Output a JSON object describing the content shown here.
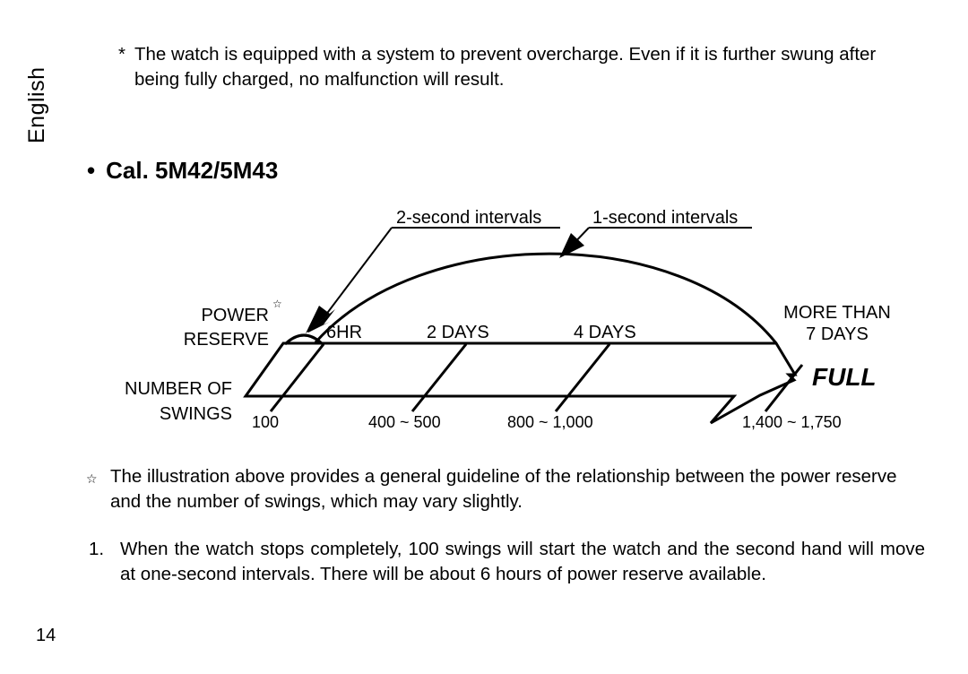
{
  "side_label": "English",
  "top_note": {
    "mark": "*",
    "text": "The watch is equipped with a system to prevent overcharge. Even if it is further swung after being fully charged, no malfunction will result."
  },
  "heading": {
    "bullet": "•",
    "text": "Cal. 5M42/5M43"
  },
  "diagram": {
    "interval_labels": {
      "two_second": "2-second intervals",
      "one_second": "1-second intervals"
    },
    "row_labels": {
      "power_line1": "POWER",
      "power_star": "☆",
      "power_line2": "RESERVE",
      "swings_line1": "NUMBER OF",
      "swings_line2": "SWINGS"
    },
    "power_reserve_marks": [
      "6HR",
      "2 DAYS",
      "4 DAYS"
    ],
    "more_than_line1": "MORE THAN",
    "more_than_line2": "7 DAYS",
    "full_label": "FULL",
    "swing_marks": [
      "100",
      "400 ~ 500",
      "800 ~ 1,000",
      "1,400 ~ 1,750"
    ]
  },
  "footnote": {
    "star": "☆",
    "text": "The illustration above provides a general guideline of the relationship between the power reserve and the number of swings, which may vary slightly."
  },
  "list_item_1": {
    "number": "1.",
    "text": "When the watch stops completely, 100 swings will start the watch and the second hand will move at one-second intervals. There will be about 6 hours of power reserve available."
  },
  "page_number": "14"
}
